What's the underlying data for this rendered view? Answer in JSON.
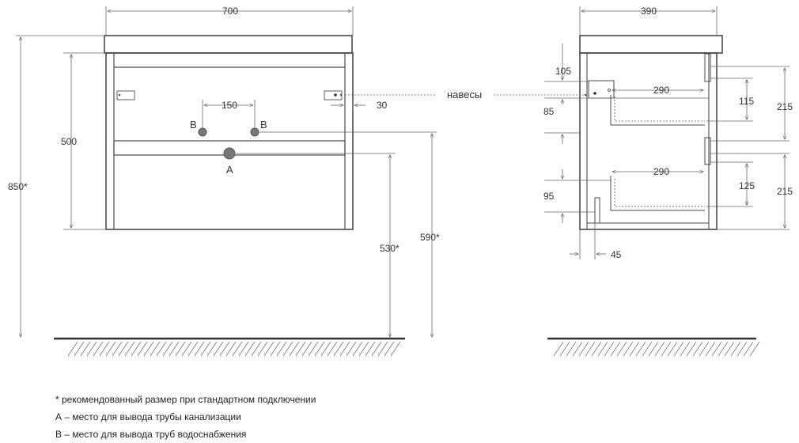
{
  "front_view": {
    "dims": {
      "width": "700",
      "body_height": "500",
      "total_height": "850*",
      "pipe_spacing": "150",
      "hanger_offset": "30",
      "drain_height": "530*",
      "supply_height": "590*"
    },
    "labels": {
      "drain": "A",
      "supply_left": "B",
      "supply_right": "B",
      "hangers": "навесы"
    }
  },
  "side_view": {
    "dims": {
      "depth": "390",
      "d105": "105",
      "d85": "85",
      "drawer1_depth": "290",
      "d115": "115",
      "d215_top": "215",
      "drawer2_depth": "290",
      "d125": "125",
      "d95": "95",
      "d215_bottom": "215",
      "d45": "45"
    }
  },
  "notes": [
    "* рекомендованный размер при стандартном подключении",
    "А – место для вывода трубы канализации",
    "В – место для вывода труб водоснабжения"
  ],
  "colors": {
    "outline": "#4a4a4a",
    "dim_line": "#666666",
    "pipe": "#777777",
    "floor": "#333333"
  }
}
